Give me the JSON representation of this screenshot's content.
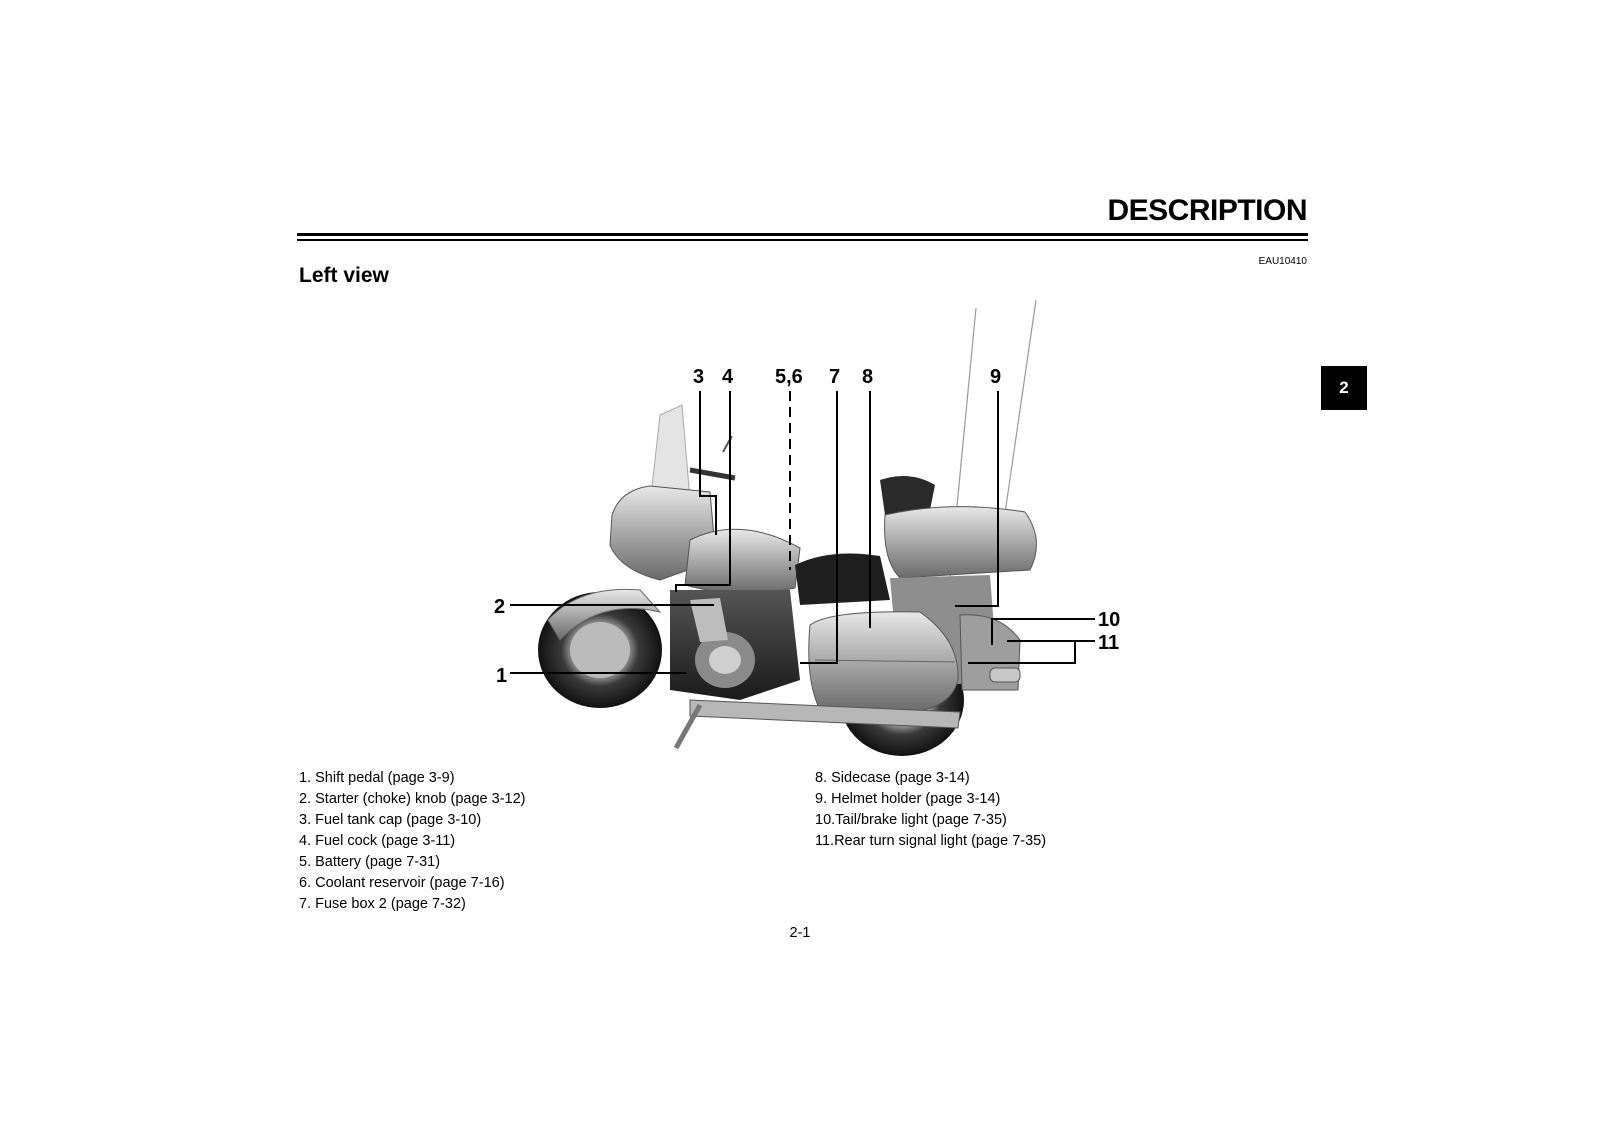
{
  "header": {
    "title": "DESCRIPTION",
    "doc_code": "EAU10410"
  },
  "section": {
    "title": "Left view"
  },
  "chapter_tab": {
    "label": "2"
  },
  "figure": {
    "callouts": {
      "c1": "1",
      "c2": "2",
      "c3": "3",
      "c4": "4",
      "c56": "5,6",
      "c7": "7",
      "c8": "8",
      "c9": "9",
      "c10": "10",
      "c11": "11"
    }
  },
  "legend": {
    "col1": [
      "1. Shift pedal (page 3-9)",
      "2. Starter (choke) knob (page 3-12)",
      "3. Fuel tank cap (page 3-10)",
      "4. Fuel cock (page 3-11)",
      "5. Battery (page 7-31)",
      "6. Coolant reservoir (page 7-16)",
      "7. Fuse box 2 (page 7-32)"
    ],
    "col2": [
      "8. Sidecase (page 3-14)",
      "9. Helmet holder (page 3-14)",
      "10.Tail/brake light (page 7-35)",
      "11.Rear turn signal light (page 7-35)"
    ]
  },
  "footer": {
    "page_number": "2-1"
  }
}
